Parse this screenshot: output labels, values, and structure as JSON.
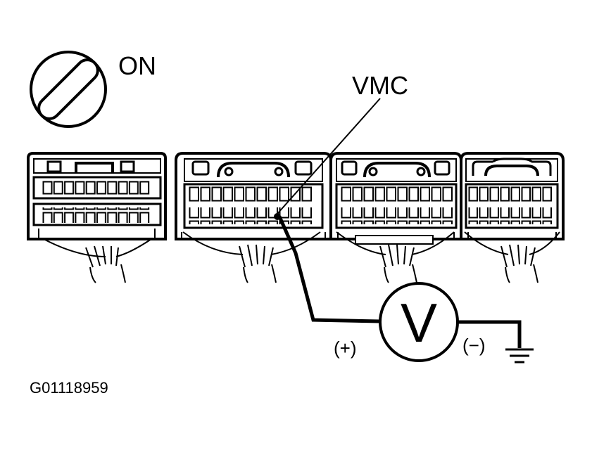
{
  "ignition": {
    "state_label": "ON"
  },
  "terminal": {
    "label": "VMC"
  },
  "voltmeter": {
    "symbol": "V",
    "positive_label": "(+)",
    "negative_label": "(−)"
  },
  "figure": {
    "code": "G01118959"
  },
  "colors": {
    "ink": "#000000",
    "paper": "#ffffff"
  }
}
